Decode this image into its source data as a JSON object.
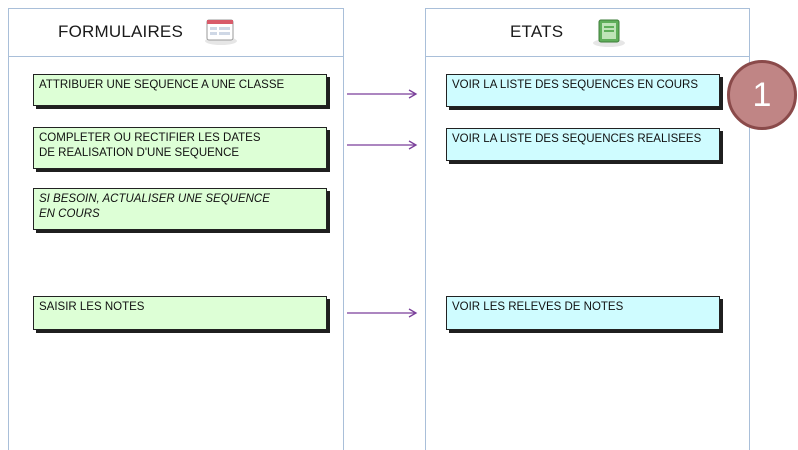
{
  "forms_panel": {
    "title": "FORMULAIRES",
    "icon": "form-icon",
    "items": [
      {
        "label": "ATTRIBUER UNE SEQUENCE A UNE CLASSE"
      },
      {
        "label": "COMPLETER OU RECTIFIER LES DATES\nDE REALISATION D'UNE SEQUENCE"
      },
      {
        "label": "SI BESOIN, ACTUALISER UNE SEQUENCE\nEN COURS"
      },
      {
        "label": "SAISIR LES NOTES"
      }
    ]
  },
  "reports_panel": {
    "title": "ETATS",
    "icon": "report-icon",
    "items": [
      {
        "label": "VOIR LA LISTE DES SEQUENCES EN COURS"
      },
      {
        "label": "VOIR LA LISTE DES SEQUENCES REALISEES"
      },
      {
        "label": "VOIR LES RELEVES DE NOTES"
      }
    ]
  },
  "callout": {
    "number": "1"
  },
  "colors": {
    "form_button_bg": "#ddffd6",
    "report_button_bg": "#cffcff",
    "arrow": "#7a3f9a",
    "callout_fill": "#c08585",
    "panel_border": "#a9bfd9"
  }
}
